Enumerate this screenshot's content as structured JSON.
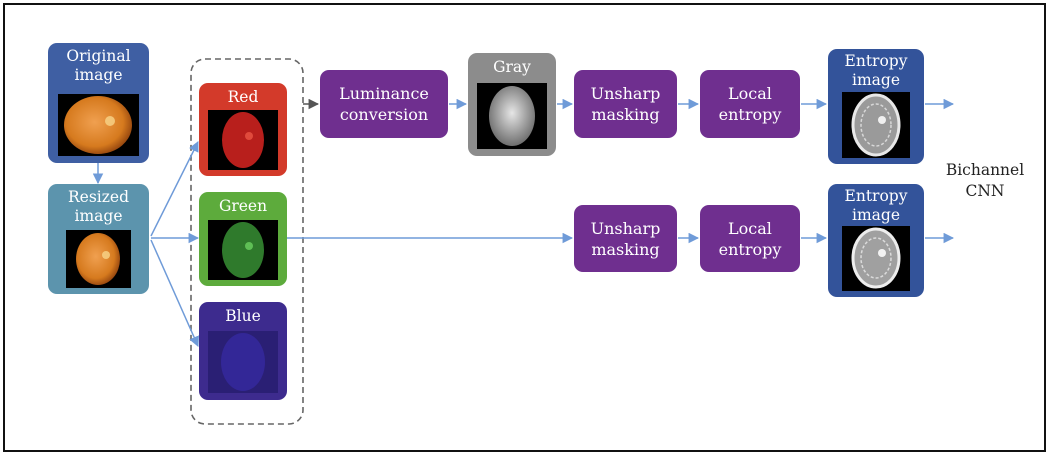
{
  "nodes": {
    "original": "Original\nimage",
    "resized": "Resized\nimage",
    "red": "Red",
    "green": "Green",
    "blue": "Blue",
    "luminance": "Luminance\nconversion",
    "gray": "Gray",
    "unsharp_top": "Unsharp\nmasking",
    "local_top": "Local\nentropy",
    "entropy_top": "Entropy\nimage",
    "unsharp_bottom": "Unsharp\nmasking",
    "local_bottom": "Local\nentropy",
    "entropy_bottom": "Entropy\nimage",
    "output": "Bichannel\nCNN"
  },
  "colors": {
    "original_box": "#3f5fa3",
    "resized_box": "#5c94ad",
    "red_box": "#d33a2a",
    "green_box": "#5dab3c",
    "blue_box": "#3d2b8e",
    "process_box": "#6f2f8f",
    "gray_box": "#8c8c8c",
    "entropy_box": "#33539a",
    "arrow": "#6f9bd8",
    "dashed_group": "#666666"
  }
}
